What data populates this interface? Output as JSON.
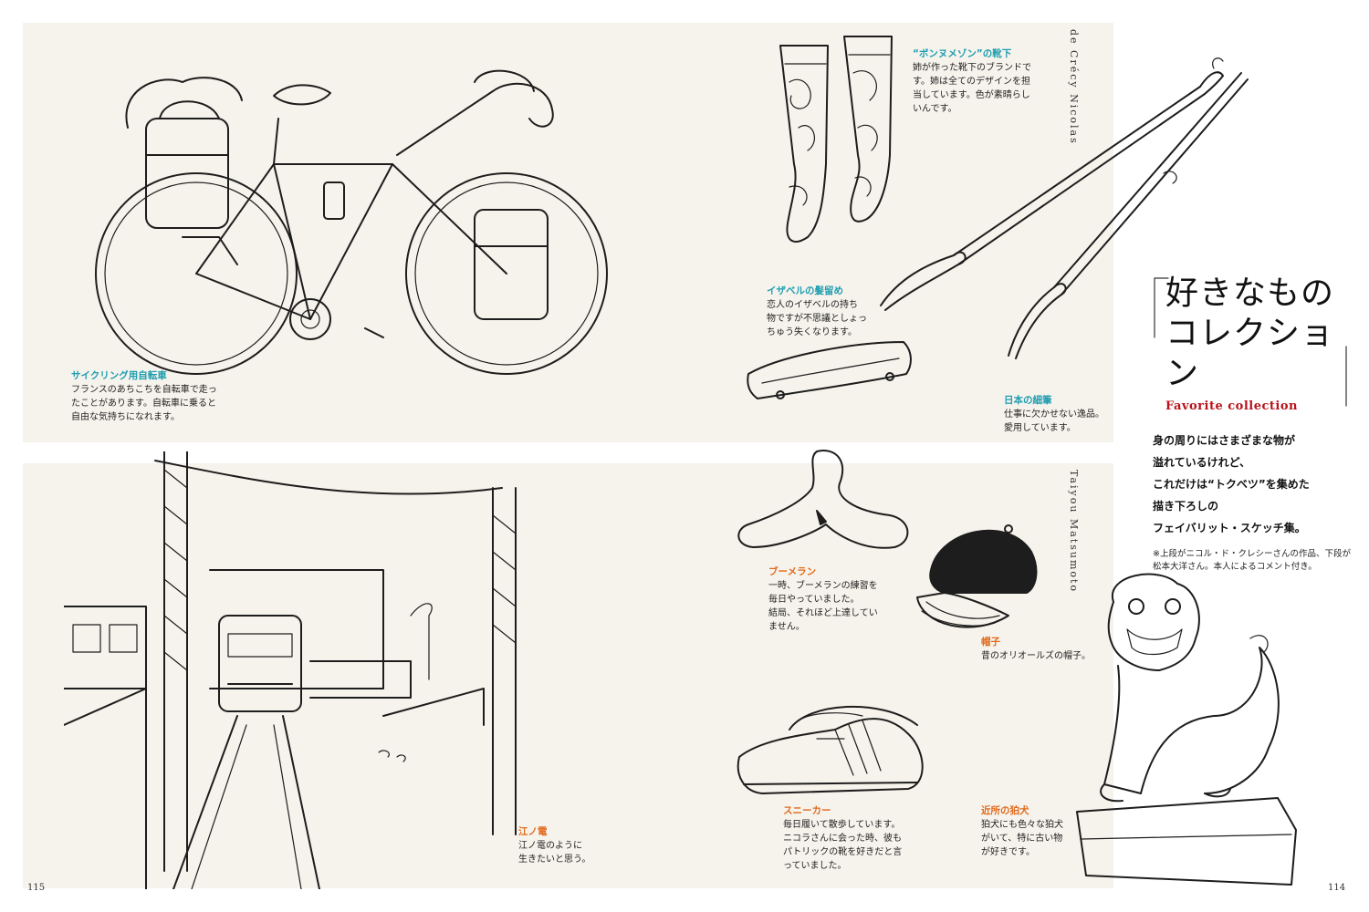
{
  "title": {
    "jp_line1": "好きなもの",
    "jp_line2": "コレクション",
    "en": "Favorite collection"
  },
  "intro_lines": [
    "身の周りにはさまざまな物が",
    "溢れているけれど、",
    "これだけは“トクベツ”を集めた",
    "描き下ろしの",
    "フェイバリット・スケッチ集。"
  ],
  "note_lines": [
    "※上段がニコル・ド・クレシーさんの作品、下段が",
    "松本大洋さん。本人によるコメント付き。"
  ],
  "artists": {
    "top_line1": "Nicolas",
    "top_line2": "de Crécy",
    "bottom_line1": "Matsumoto",
    "bottom_line2": "Taiyou"
  },
  "page_numbers": {
    "left": "115",
    "right": "114"
  },
  "captions": {
    "bicycle": {
      "title": "サイクリング用自転車",
      "lines": [
        "フランスのあちこちを自転車で走っ",
        "たことがあります。自転車に乗ると",
        "自由な気持ちになれます。"
      ]
    },
    "socks": {
      "title": "“ボンヌメゾン”の靴下",
      "lines": [
        "姉が作った靴下のブランドで",
        "す。姉は全てのデザインを担",
        "当しています。色が素晴らし",
        "いんです。"
      ]
    },
    "hairclip": {
      "title": "イザベルの髪留め",
      "lines": [
        "恋人のイザベルの持ち",
        "物ですが不思議としょっ",
        "ちゅう失くなります。"
      ]
    },
    "brush": {
      "title": "日本の細筆",
      "lines": [
        "仕事に欠かせない逸品。",
        "愛用しています。"
      ]
    },
    "boomerang": {
      "title": "ブーメラン",
      "lines": [
        "一時、ブーメランの練習を",
        "毎日やっていました。",
        "結局、それほど上達してい",
        "ません。"
      ]
    },
    "cap": {
      "title": "帽子",
      "lines": [
        "昔のオリオールズの帽子。"
      ]
    },
    "enoden": {
      "title": "江ノ電",
      "lines": [
        "江ノ電のように",
        "生きたいと思う。"
      ]
    },
    "sneaker": {
      "title": "スニーカー",
      "lines": [
        "毎日履いて散歩しています。",
        "ニコラさんに会った時、彼も",
        "パトリックの靴を好きだと言",
        "っていました。"
      ]
    },
    "komainu": {
      "title": "近所の狛犬",
      "lines": [
        "狛犬にも色々な狛犬",
        "がいて、特に古い物",
        "が好きです。"
      ]
    }
  },
  "colors": {
    "panel_bg": "#f6f3ec",
    "caption_title_top": "#1f9db0",
    "caption_title_bottom": "#e06a1c",
    "title_en": "#b9121b"
  }
}
